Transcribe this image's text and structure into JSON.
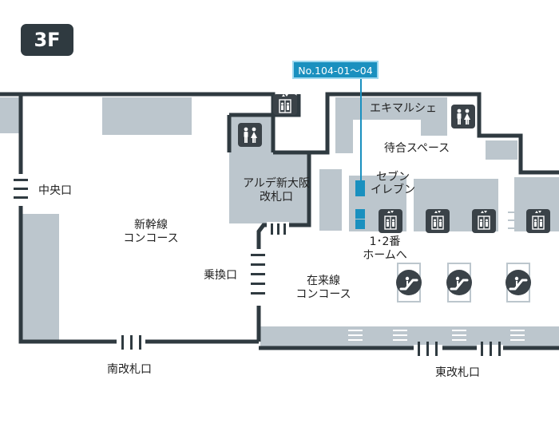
{
  "floor": "3F",
  "callout": "No.104-01～04",
  "labels": {
    "central_exit": "中央口",
    "shinkansen_concourse_l1": "新幹線",
    "shinkansen_concourse_l2": "コンコース",
    "south_gate": "南改札口",
    "transfer_exit": "乗換口",
    "arude_gate_l1": "アルデ新大阪",
    "arude_gate_l2": "改札口",
    "local_concourse_l1": "在来線",
    "local_concourse_l2": "コンコース",
    "east_gate": "東改札口",
    "ekimarche": "エキマルシェ",
    "waiting_space": "待合スペース",
    "seven_eleven_l1": "セブン",
    "seven_eleven_l2": "イレブン",
    "platform_l1": "1･2番",
    "platform_l2": "ホームへ"
  },
  "colors": {
    "wall": "#2f3a40",
    "block": "#bcc6cd",
    "accent": "#1a90bf",
    "icon_bg": "#3a4248"
  },
  "icons": {
    "restroom": "restroom-icon",
    "elevator": "elevator-icon",
    "escalator": "escalator-icon",
    "stairs": "stairs-icon",
    "gate": "ticket-gate-icon"
  }
}
